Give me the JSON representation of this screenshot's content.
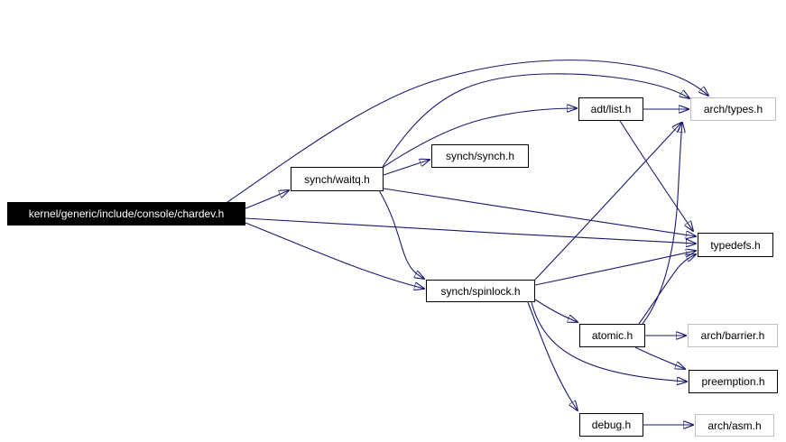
{
  "diagram": {
    "kind": "include-dependency-graph",
    "colors": {
      "edge": "#191970",
      "internal_border": "#000000",
      "external_border": "#c0c0c0",
      "main_fill": "#000000",
      "main_text": "#ffffff",
      "background": "#ffffff"
    },
    "nodes": [
      {
        "id": "chardev",
        "label": "kernel/generic/include/console/chardev.h",
        "role": "main"
      },
      {
        "id": "waitq",
        "label": "synch/waitq.h",
        "role": "internal"
      },
      {
        "id": "synch",
        "label": "synch/synch.h",
        "role": "internal"
      },
      {
        "id": "list",
        "label": "adt/list.h",
        "role": "internal"
      },
      {
        "id": "types",
        "label": "arch/types.h",
        "role": "external"
      },
      {
        "id": "typedefs",
        "label": "typedefs.h",
        "role": "internal"
      },
      {
        "id": "spinlock",
        "label": "synch/spinlock.h",
        "role": "internal"
      },
      {
        "id": "atomic",
        "label": "atomic.h",
        "role": "internal"
      },
      {
        "id": "barrier",
        "label": "arch/barrier.h",
        "role": "external"
      },
      {
        "id": "preemption",
        "label": "preemption.h",
        "role": "internal"
      },
      {
        "id": "debug",
        "label": "debug.h",
        "role": "internal"
      },
      {
        "id": "asm",
        "label": "arch/asm.h",
        "role": "external"
      }
    ],
    "edges": [
      {
        "from": "chardev",
        "to": "waitq"
      },
      {
        "from": "chardev",
        "to": "types"
      },
      {
        "from": "chardev",
        "to": "typedefs"
      },
      {
        "from": "chardev",
        "to": "spinlock"
      },
      {
        "from": "waitq",
        "to": "synch"
      },
      {
        "from": "waitq",
        "to": "list"
      },
      {
        "from": "waitq",
        "to": "types"
      },
      {
        "from": "waitq",
        "to": "typedefs"
      },
      {
        "from": "waitq",
        "to": "spinlock"
      },
      {
        "from": "list",
        "to": "types"
      },
      {
        "from": "list",
        "to": "typedefs"
      },
      {
        "from": "spinlock",
        "to": "types"
      },
      {
        "from": "spinlock",
        "to": "typedefs"
      },
      {
        "from": "spinlock",
        "to": "atomic"
      },
      {
        "from": "spinlock",
        "to": "debug"
      },
      {
        "from": "spinlock",
        "to": "preemption"
      },
      {
        "from": "atomic",
        "to": "barrier"
      },
      {
        "from": "atomic",
        "to": "preemption"
      },
      {
        "from": "atomic",
        "to": "types"
      },
      {
        "from": "atomic",
        "to": "typedefs"
      },
      {
        "from": "debug",
        "to": "asm"
      }
    ]
  }
}
